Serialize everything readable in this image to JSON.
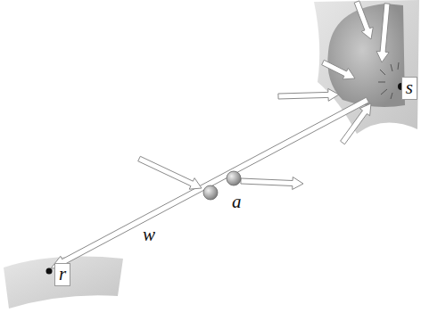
{
  "diagram": {
    "labels": [
      "s",
      "a",
      "w",
      "r"
    ]
  }
}
